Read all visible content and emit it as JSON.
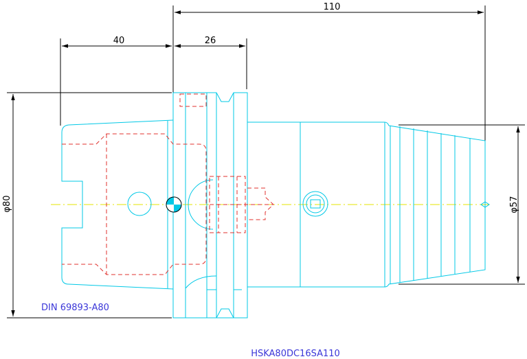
{
  "dimensions": {
    "overall_length": "110",
    "flange_offset": "40",
    "flange_width": "26",
    "diameter_80": "φ80",
    "diameter_57": "φ57"
  },
  "labels": {
    "standard": "DIN 69893-A80",
    "part_number": "HSKA80DC16SA110"
  },
  "colors": {
    "outline": "#00c8e6",
    "hidden": "#e0322e",
    "dimension": "#000000",
    "centerline": "#e6e600",
    "label": "#3a36d8"
  }
}
